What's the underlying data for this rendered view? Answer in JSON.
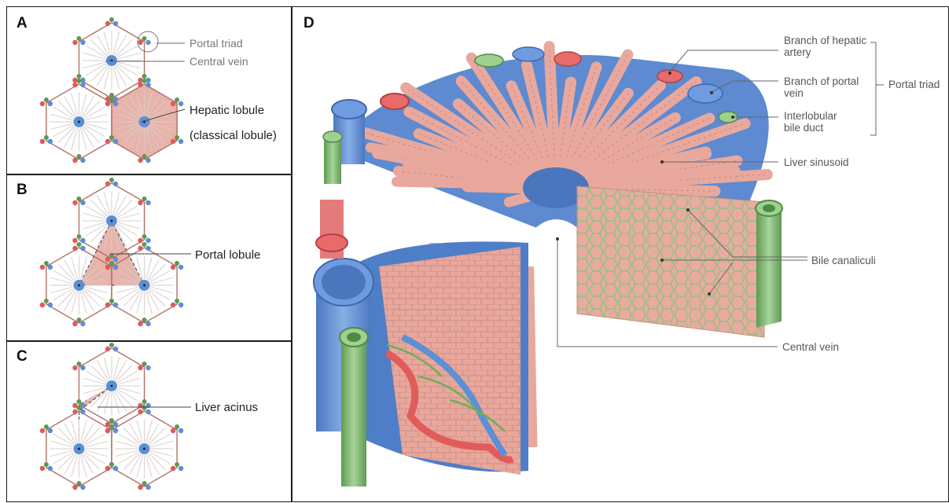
{
  "panels": {
    "A": {
      "letter": "A",
      "portal_triad": "Portal triad",
      "central_vein": "Central vein",
      "hepatic_lobule": "Hepatic lobule",
      "classical_lobule": "(classical lobule)"
    },
    "B": {
      "letter": "B",
      "portal_lobule": "Portal lobule"
    },
    "C": {
      "letter": "C",
      "liver_acinus": "Liver acinus"
    },
    "D": {
      "letter": "D",
      "branch_hepatic_artery_1": "Branch of hepatic",
      "branch_hepatic_artery_2": "artery",
      "branch_portal_vein_1": "Branch of portal",
      "branch_portal_vein_2": "vein",
      "portal_triad": "Portal triad",
      "bile_duct_1": "Interlobular",
      "bile_duct_2": "bile duct",
      "liver_sinusoid": "Liver sinusoid",
      "bile_canaliculi": "Bile canaliculi",
      "central_vein": "Central vein"
    }
  },
  "colors": {
    "hexagon_line": "#b07066",
    "vein_blue": "#5b8fd6",
    "artery_red": "#e05a5a",
    "bile_green": "#5b9a4f",
    "lobule_fill": "#e8b3aa",
    "tissue_pink": "#e6a59b",
    "sinusoid_blue": "#6b95cf",
    "leader_line": "#666666"
  }
}
